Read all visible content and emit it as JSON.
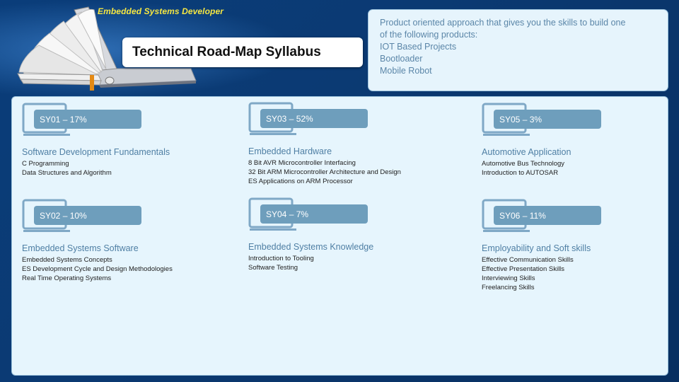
{
  "header": {
    "brand": "Embedded Systems Developer",
    "title": "Technical Road-Map Syllabus"
  },
  "info": {
    "lines": [
      "Product oriented approach that gives you the skills to build one",
      "of the following  products:",
      "IOT Based Projects",
      "Bootloader",
      "Mobile Robot"
    ]
  },
  "modules": [
    {
      "code": "SY01 – 17%",
      "title": "Software Development Fundamentals",
      "items": [
        "C Programming",
        "Data Structures and Algorithm"
      ]
    },
    {
      "code": "SY03 – 52%",
      "title": "Embedded Hardware",
      "items": [
        "8 Bit AVR Microcontroller Interfacing",
        "32 Bit ARM Microcontroller Architecture and Design",
        "ES Applications on ARM Processor"
      ]
    },
    {
      "code": "SY05 – 3%",
      "title": "Automotive Application",
      "items": [
        "Automotive Bus Technology",
        "Introduction to AUTOSAR"
      ]
    },
    {
      "code": "SY02 – 10%",
      "title": "Embedded Systems Software",
      "items": [
        "Embedded Systems Concepts",
        "ES Development Cycle and Design Methodologies",
        "Real Time Operating Systems"
      ]
    },
    {
      "code": "SY04 – 7%",
      "title": "Embedded Systems Knowledge",
      "items": [
        "Introduction to Tooling",
        "Software Testing"
      ]
    },
    {
      "code": "SY06 – 11%",
      "title": "Employability and Soft skills",
      "items": [
        "Effective Communication Skills",
        "Effective Presentation Skills",
        "Interviewing Skills",
        "Freelancing Skills"
      ]
    }
  ]
}
